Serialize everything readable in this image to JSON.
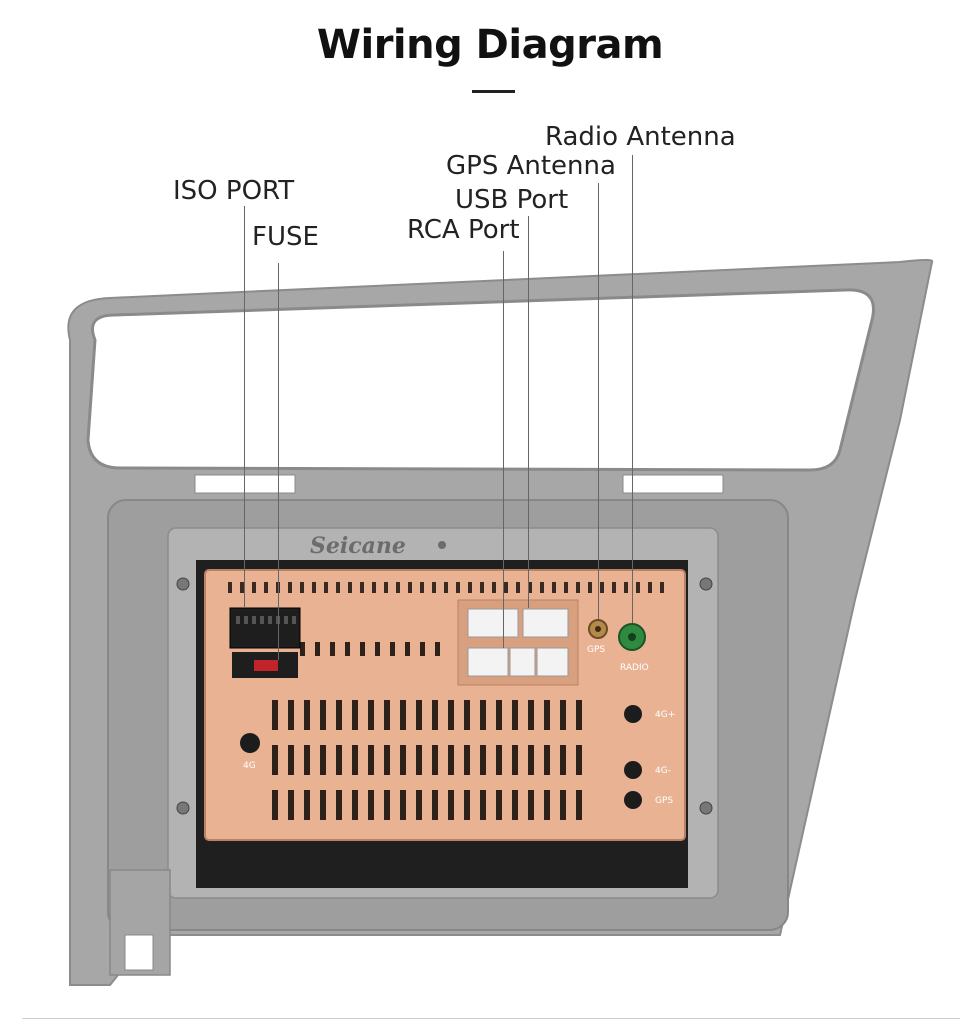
{
  "title": "Wiring Diagram",
  "callouts": {
    "radio_antenna": "Radio Antenna",
    "gps_antenna": "GPS  Antenna",
    "usb_port": "USB Port",
    "rca_port": "RCA Port",
    "iso_port": "ISO PORT",
    "fuse": "FUSE"
  },
  "device": {
    "brand": "Seicane",
    "labels": {
      "gps": "GPS",
      "radio": "RADIO",
      "four_g_top": "4G+",
      "four_g_mid": "4G-",
      "gps_bottom": "GPS",
      "four_g_left": "4G"
    }
  },
  "colors": {
    "bezel": "#a7a7a7",
    "bezel_dark": "#8c8c8c",
    "case": "#e9b393",
    "case_dark": "#b98266",
    "connector": "#1e1e1e",
    "fuse": "#c1242a",
    "radio_socket": "#2f8a3f",
    "gps_socket": "#b4894a"
  }
}
